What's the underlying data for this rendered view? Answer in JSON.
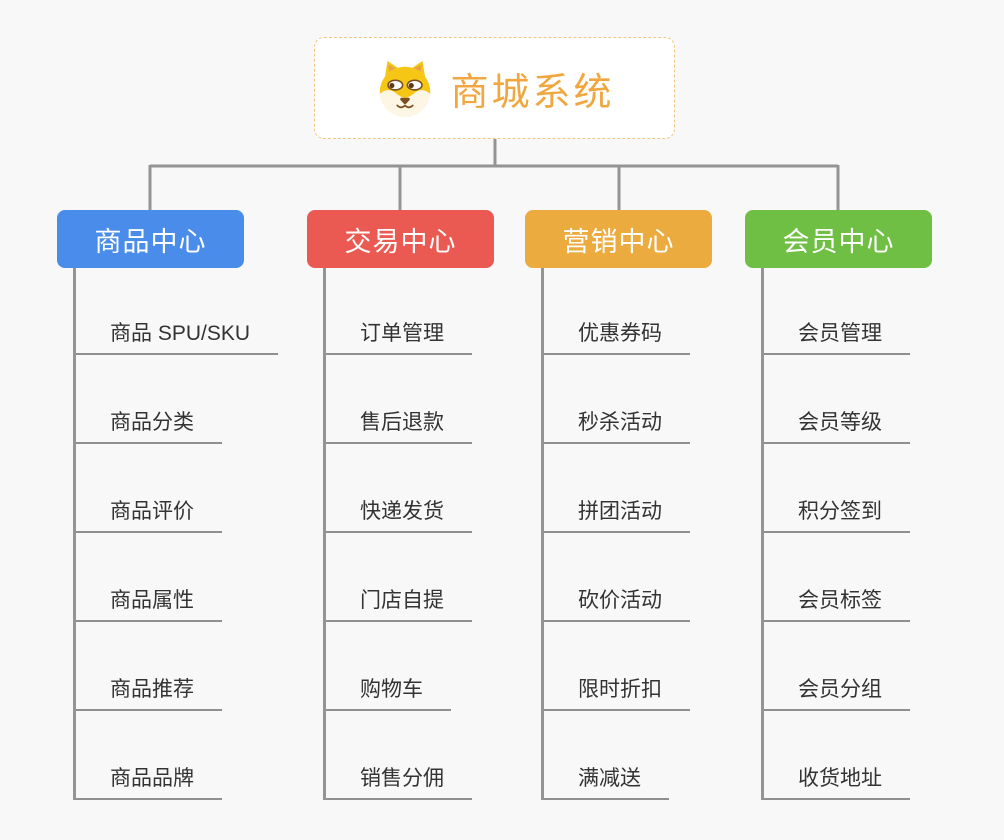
{
  "root": {
    "title": "商城系统",
    "icon": "shiba-dog-icon",
    "title_color": "#F0A73F",
    "border_color": "#F3C585"
  },
  "connector_color": "#949494",
  "background_color": "#F8F8F8",
  "branches": [
    {
      "label": "商品中心",
      "color": "#4A8CEA",
      "items": [
        "商品 SPU/SKU",
        "商品分类",
        "商品评价",
        "商品属性",
        "商品推荐",
        "商品品牌"
      ]
    },
    {
      "label": "交易中心",
      "color": "#EB5A52",
      "items": [
        "订单管理",
        "售后退款",
        "快递发货",
        "门店自提",
        "购物车",
        "销售分佣"
      ]
    },
    {
      "label": "营销中心",
      "color": "#EBAB3F",
      "items": [
        "优惠券码",
        "秒杀活动",
        "拼团活动",
        "砍价活动",
        "限时折扣",
        "满减送"
      ]
    },
    {
      "label": "会员中心",
      "color": "#6FBF44",
      "items": [
        "会员管理",
        "会员等级",
        "积分签到",
        "会员标签",
        "会员分组",
        "收货地址"
      ]
    }
  ]
}
